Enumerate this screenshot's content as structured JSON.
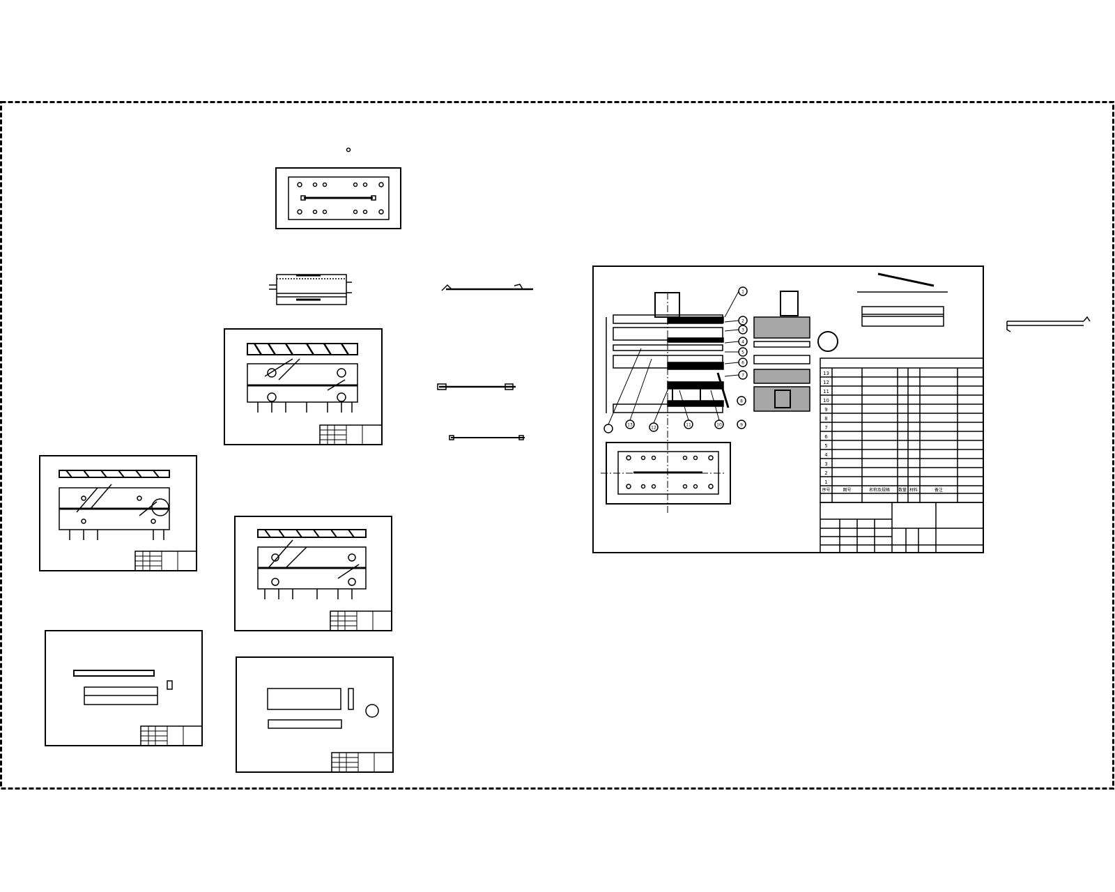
{
  "assembly": {
    "bom_header": [
      "序号",
      "图号",
      "名称及规格",
      "数量",
      "材料",
      "备注"
    ],
    "bom_rows": [
      {
        "no": "13"
      },
      {
        "no": "12"
      },
      {
        "no": "11"
      },
      {
        "no": "10"
      },
      {
        "no": "9"
      },
      {
        "no": "8"
      },
      {
        "no": "7"
      },
      {
        "no": "6"
      },
      {
        "no": "5"
      },
      {
        "no": "4"
      },
      {
        "no": "3"
      },
      {
        "no": "2"
      },
      {
        "no": "1"
      }
    ],
    "balloons": [
      "1",
      "2",
      "3",
      "4",
      "5",
      "6",
      "7",
      "8",
      "9",
      "10",
      "11",
      "12",
      "13"
    ]
  }
}
